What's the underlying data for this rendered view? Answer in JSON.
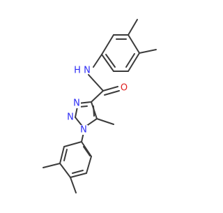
{
  "molecule": {
    "atom_colors": {
      "C": "#3b3b3b",
      "N": "#2d2df5",
      "O": "#e02020"
    },
    "labels": {
      "amide_n": "N",
      "amide_h": "H",
      "carbonyl_o": "O",
      "triazole_n1": "N",
      "triazole_n2": "N",
      "triazole_n3": "N"
    }
  }
}
